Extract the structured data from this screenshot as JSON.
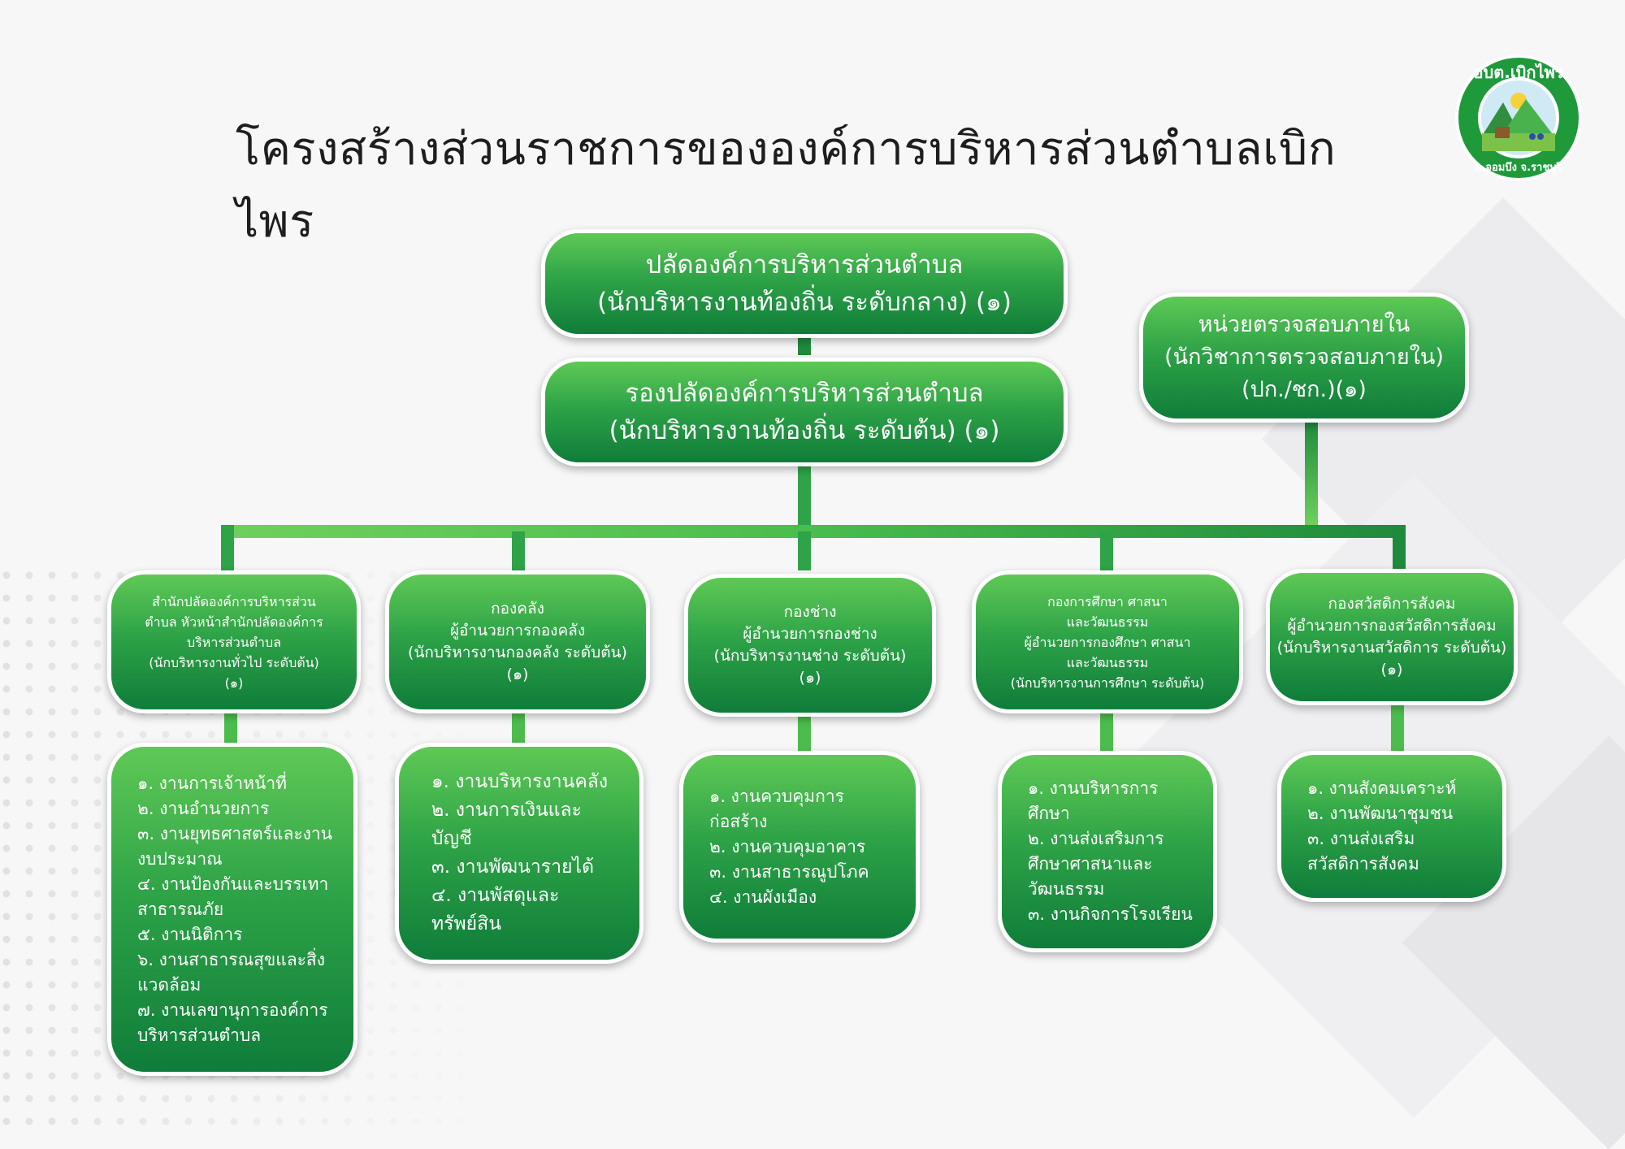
{
  "title": "โครงสร้างส่วนราชการขององค์การบริหารส่วนตำบลเบิกไพร",
  "logo": {
    "text_top": "อบต.เบิกไพร",
    "text_bottom": "อ.จอมบึง จ.ราชบุรี",
    "icon": "organization-seal"
  },
  "colors": {
    "box_light": "#5fc956",
    "box_dark": "#0f7d3a",
    "connector": "#2ea347",
    "connector_light": "#6fd05c",
    "title": "#1e1e1e"
  },
  "head": {
    "lines": [
      "ปลัดองค์การบริหารส่วนตำบล",
      "(นักบริหารงานท้องถิ่น ระดับกลาง) (๑)"
    ]
  },
  "deputy": {
    "lines": [
      "รองปลัดองค์การบริหารส่วนตำบล",
      "(นักบริหารงานท้องถิ่น ระดับต้น) (๑)"
    ]
  },
  "audit": {
    "lines": [
      "หน่วยตรวจสอบภายใน",
      "(นักวิชาการตรวจสอบภายใน)",
      "(ปก./ชก.)(๑)"
    ]
  },
  "departments": [
    {
      "lines": [
        "สำนักปลัดองค์การบริหารส่วน",
        "ตำบล หัวหน้าสำนักปลัดองค์การ",
        "บริหารส่วนตำบล",
        "(นักบริหารงานทั่วไป ระดับต้น)",
        "(๑)"
      ],
      "tasks": [
        "๑. งานการเจ้าหน้าที่",
        "๒. งานอำนวยการ",
        "๓. งานยุทธศาสตร์และงาน",
        "งบประมาณ",
        "๔. งานป้องกันและบรรเทา",
        "สาธารณภัย",
        "๕. งานนิติการ",
        "๖. งานสาธารณสุขและสิ่ง",
        "แวดล้อม",
        "๗. งานเลขานุการองค์การ",
        "บริหารส่วนตำบล"
      ]
    },
    {
      "lines": [
        "กองคลัง",
        "ผู้อำนวยการกองคลัง",
        "(นักบริหารงานกองคลัง ระดับต้น)",
        "(๑)"
      ],
      "tasks": [
        "๑. งานบริหารงานคลัง",
        "๒. งานการเงินและ",
        "บัญชี",
        "๓. งานพัฒนารายได้",
        "๔. งานพัสดุและ",
        "ทรัพย์สิน"
      ]
    },
    {
      "lines": [
        "กองช่าง",
        "ผู้อำนวยการกองช่าง",
        "(นักบริหารงานช่าง ระดับต้น)",
        "(๑)"
      ],
      "tasks": [
        "๑. งานควบคุมการ",
        "ก่อสร้าง",
        "๒. งานควบคุมอาคาร",
        "๓. งานสาธารณูปโภค",
        "๔. งานผังเมือง"
      ]
    },
    {
      "lines": [
        "กองการศึกษา ศาสนา",
        "และวัฒนธรรม",
        "ผู้อำนวยการกองศึกษา ศาสนา",
        "และวัฒนธรรม",
        "(นักบริหารงานการศึกษา ระดับต้น)"
      ],
      "tasks": [
        "๑. งานบริหารการ",
        "ศึกษา",
        "๒. งานส่งเสริมการ",
        "ศึกษาศาสนาและ",
        "วัฒนธรรม",
        "๓. งานกิจการโรงเรียน"
      ]
    },
    {
      "lines": [
        "กองสวัสดิการสังคม",
        "ผู้อำนวยการกองสวัสดิการสังคม",
        "(นักบริหารงานสวัสดิการ ระดับต้น)",
        "(๑)"
      ],
      "tasks": [
        "๑. งานสังคมเคราะห์",
        "๒. งานพัฒนาชุมชน",
        "๓. งานส่งเสริม",
        "สวัสดิการสังคม"
      ]
    }
  ]
}
